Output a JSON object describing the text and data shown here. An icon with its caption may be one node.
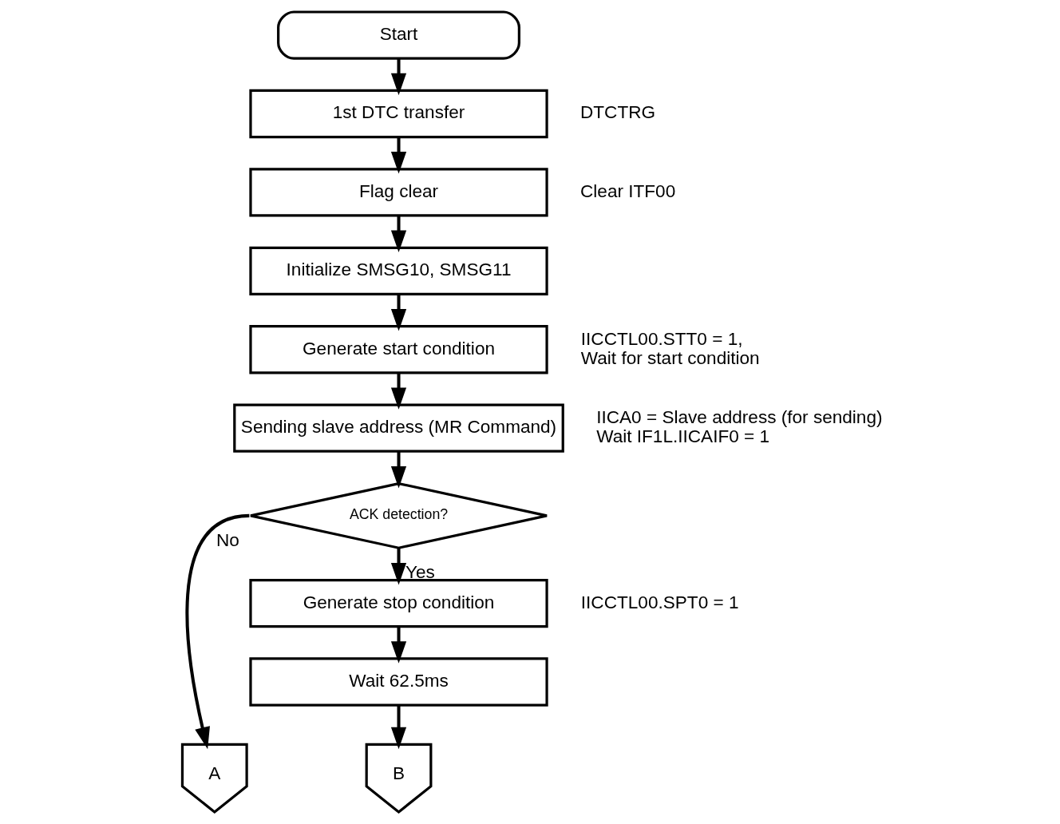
{
  "diagram": {
    "nodes": [
      {
        "text": [
          "Start"
        ]
      },
      {
        "text": [
          "1st DTC transfer"
        ],
        "beside": [
          "DTCTRG"
        ]
      },
      {
        "text": [
          "Flag clear"
        ],
        "beside": [
          "Clear ITF00"
        ]
      },
      {
        "text": [
          "Initialize SMSG10, SMSG11"
        ]
      },
      {
        "text": [
          "Generate start condition"
        ],
        "beside": [
          "IICCTL00.STT0 = 1,",
          "Wait for start condition"
        ]
      },
      {
        "text": [
          "Sending slave address (MR Command)"
        ],
        "beside": [
          "IICA0 = Slave address (for sending)",
          "Wait IF1L.IICAIF0 = 1"
        ]
      },
      {
        "text": [
          "ACK detection?"
        ]
      },
      {
        "text": [
          "Generate stop condition"
        ],
        "beside": [
          "IICCTL00.SPT0 = 1"
        ]
      },
      {
        "text": [
          "Wait 62.5ms"
        ]
      },
      {
        "text": [
          "A"
        ]
      },
      {
        "text": [
          "B"
        ]
      }
    ],
    "edges": [
      {
        "from": 0,
        "to": 1,
        "arrow": "to"
      },
      {
        "from": 1,
        "to": 2,
        "arrow": "to"
      },
      {
        "from": 2,
        "to": 3,
        "arrow": "to"
      },
      {
        "from": 3,
        "to": 4,
        "arrow": "to"
      },
      {
        "from": 4,
        "to": 5,
        "arrow": "to"
      },
      {
        "from": 5,
        "to": 6,
        "arrow": "to"
      },
      {
        "from": 6,
        "to": 9,
        "arrow": "to",
        "label": "No"
      },
      {
        "from": 6,
        "to": 7,
        "arrow": "to",
        "label": "Yes"
      },
      {
        "from": 7,
        "to": 8,
        "arrow": "to"
      },
      {
        "from": 8,
        "to": 10,
        "arrow": "to"
      }
    ]
  }
}
